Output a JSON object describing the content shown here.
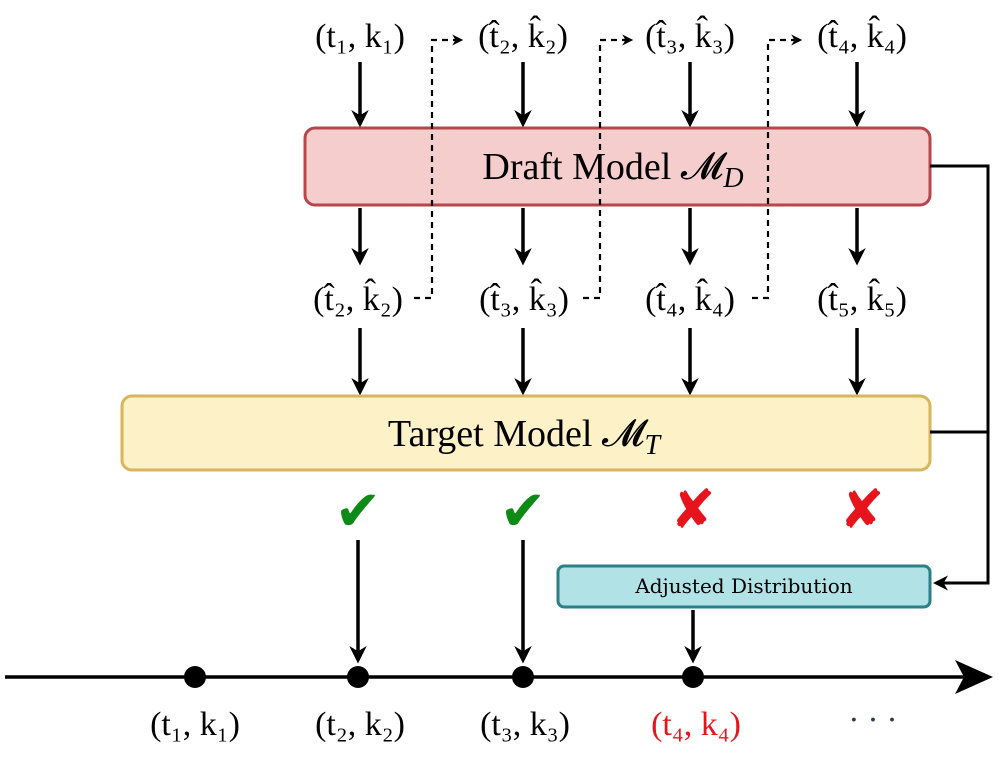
{
  "inputs_top": [
    "(t₁, k₁)",
    "(t̂₂, k̂₂)",
    "(t̂₃, k̂₃)",
    "(t̂₄, k̂₄)"
  ],
  "draft_outputs": [
    "(t̂₂, k̂₂)",
    "(t̂₃, k̂₃)",
    "(t̂₄, k̂₄)",
    "(t̂₅, k̂₅)"
  ],
  "draft_model": {
    "label": "Draft Model 𝓜",
    "subscript": "D",
    "fill": "#f6cdcd",
    "stroke": "#b5474a"
  },
  "target_model": {
    "label": "Target Model 𝓜",
    "subscript": "T",
    "fill": "#fdf1c8",
    "stroke": "#d7b55a"
  },
  "verification": [
    {
      "result": "accept",
      "symbol": "✔"
    },
    {
      "result": "accept",
      "symbol": "✔"
    },
    {
      "result": "reject",
      "symbol": "✘"
    },
    {
      "result": "reject",
      "symbol": "✘"
    }
  ],
  "accept_color": "#0e8a16",
  "reject_color": "#e8141b",
  "adjusted": {
    "label": "Adjusted Distribution",
    "fill": "#b1e2e6",
    "stroke": "#2b7f89"
  },
  "timeline": {
    "labels": [
      "(t₁, k₁)",
      "(t₂, k₂)",
      "(t₃, k₃)",
      "(t₄, k₄)"
    ],
    "ellipsis": "· · ·",
    "highlight_color": "#e8141b",
    "ellipsis_color": "#2b3a55"
  }
}
